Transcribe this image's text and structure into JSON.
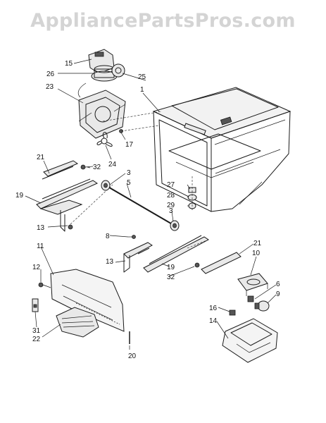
{
  "watermark": "AppliancePartsPros.com",
  "callouts": [
    {
      "id": "c15a",
      "text": "15"
    },
    {
      "id": "c26",
      "text": "26"
    },
    {
      "id": "c25",
      "text": "25"
    },
    {
      "id": "c1",
      "text": "1"
    },
    {
      "id": "c23",
      "text": "23"
    },
    {
      "id": "c17",
      "text": "17"
    },
    {
      "id": "c24",
      "text": "24"
    },
    {
      "id": "c21a",
      "text": "21"
    },
    {
      "id": "c32a",
      "text": "32"
    },
    {
      "id": "c3a",
      "text": "3"
    },
    {
      "id": "c5",
      "text": "5"
    },
    {
      "id": "c19a",
      "text": "19"
    },
    {
      "id": "c27",
      "text": "27"
    },
    {
      "id": "c28",
      "text": "28"
    },
    {
      "id": "c29",
      "text": "29"
    },
    {
      "id": "c3b",
      "text": "3"
    },
    {
      "id": "c13a",
      "text": "13"
    },
    {
      "id": "c8",
      "text": "8"
    },
    {
      "id": "c11",
      "text": "11"
    },
    {
      "id": "c21b",
      "text": "21"
    },
    {
      "id": "c10",
      "text": "10"
    },
    {
      "id": "c13b",
      "text": "13"
    },
    {
      "id": "c19b",
      "text": "19"
    },
    {
      "id": "c32b",
      "text": "32"
    },
    {
      "id": "c12",
      "text": "12"
    },
    {
      "id": "c6",
      "text": "6"
    },
    {
      "id": "c9",
      "text": "9"
    },
    {
      "id": "c16",
      "text": "16"
    },
    {
      "id": "c14",
      "text": "14"
    },
    {
      "id": "c31",
      "text": "31"
    },
    {
      "id": "c22",
      "text": "22"
    },
    {
      "id": "c20",
      "text": "20"
    }
  ]
}
